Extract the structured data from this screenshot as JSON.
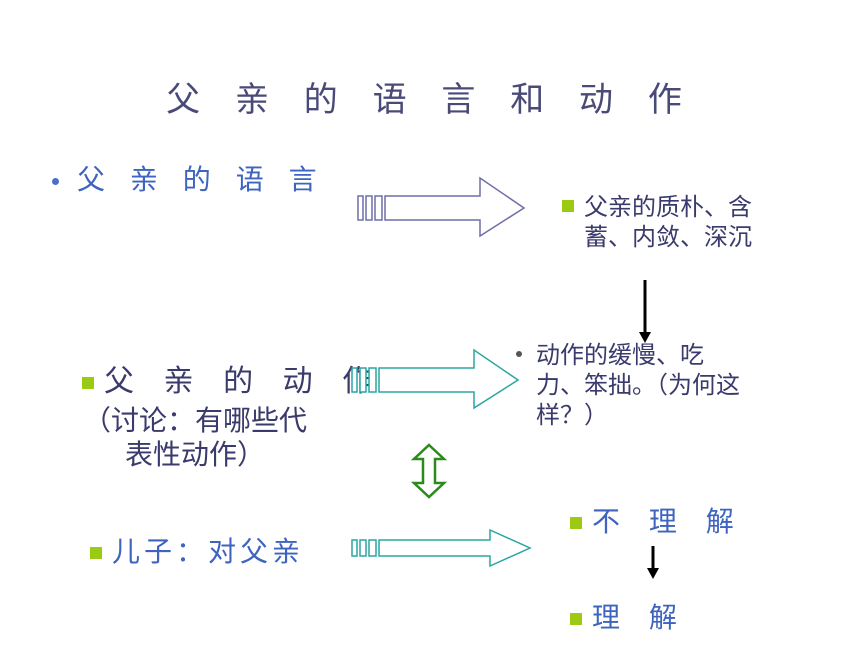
{
  "title": "父 亲 的 语 言 和 动 作",
  "language": {
    "label": "父 亲 的 语 言",
    "result": "父亲的质朴、含蓄、内敛、深沉"
  },
  "action": {
    "label": "父 亲 的 动 作",
    "note": "（讨论：有哪些代表性动作）",
    "result": "动作的缓慢、吃力、笨拙。（为何这样？）"
  },
  "son": {
    "label": "儿子：对父亲",
    "result_before": "不 理 解",
    "result_after": "理 解"
  },
  "colors": {
    "title": "#4a4a78",
    "blue_text": "#3e64c0",
    "dark_text": "#3a3a6c",
    "bullet_green": "#9acb12",
    "arrow_purple": "#6e6ea8",
    "arrow_teal": "#2aa6a0",
    "double_arrow_green": "#2a8a1a"
  },
  "icons": [
    "striped-block-arrow-icon",
    "down-arrow-icon",
    "double-vertical-arrow-icon"
  ]
}
